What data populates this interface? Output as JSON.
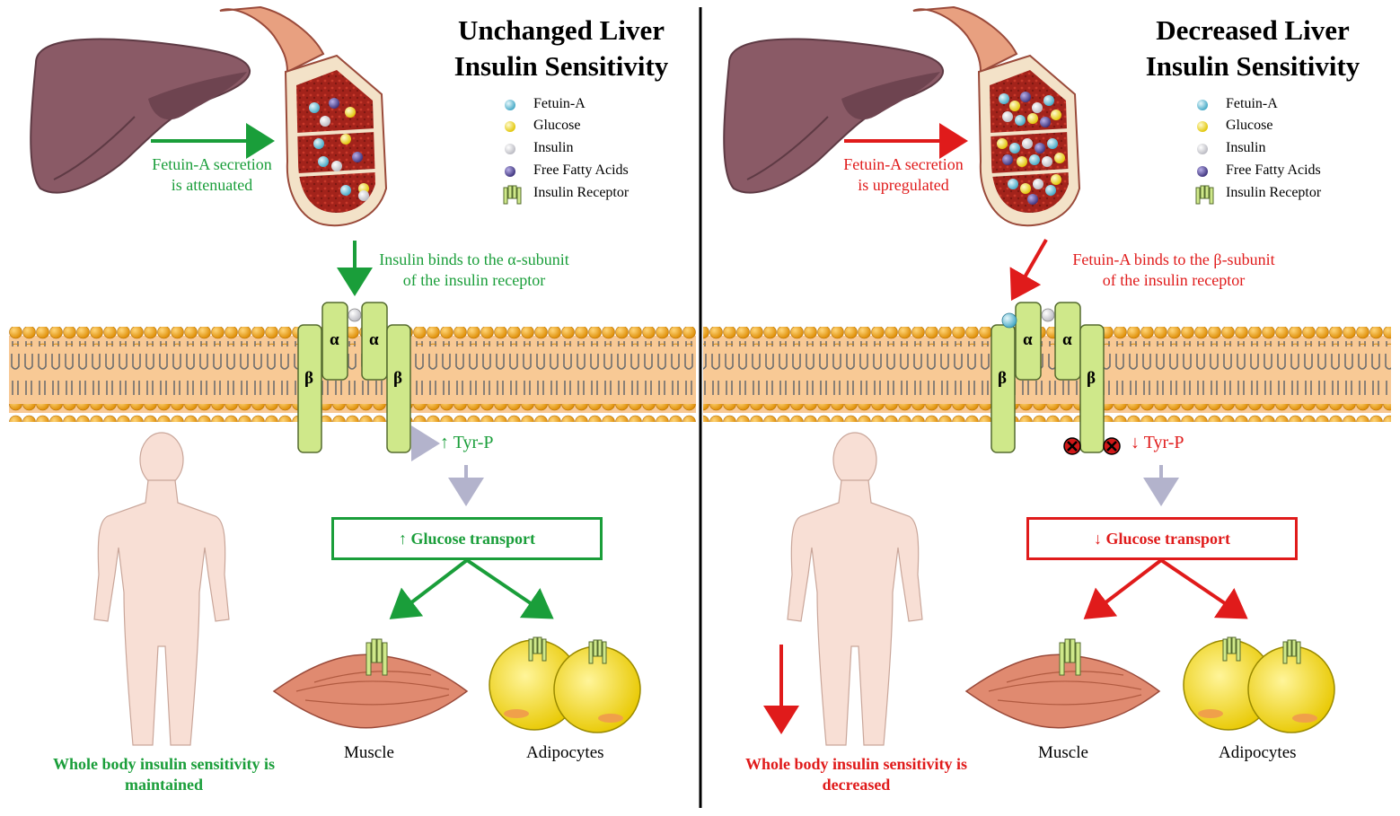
{
  "colors": {
    "green": "#1a9e3a",
    "red": "#e01b1b",
    "membrane_head": "#f0a21a",
    "membrane_body": "#f8c995",
    "receptor": "#cfe88a",
    "liver": "#8a5a66",
    "muscle": "#e08a70",
    "adipocyte": "#f5d800"
  },
  "legend": {
    "fetuin": "Fetuin-A",
    "glucose": "Glucose",
    "insulin": "Insulin",
    "ffa": "Free Fatty Acids",
    "receptor": "Insulin Receptor"
  },
  "left": {
    "title_line1": "Unchanged Liver",
    "title_line2": "Insulin Sensitivity",
    "secretion_line1": "Fetuin-A secretion",
    "secretion_line2": "is attenuated",
    "binding_line1": "Insulin binds to the α-subunit",
    "binding_line2": "of the insulin receptor",
    "tyr": "↑ Tyr-P",
    "glucose_box": "↑ Glucose transport",
    "muscle": "Muscle",
    "adipocytes": "Adipocytes",
    "whole_body_line1": "Whole body insulin sensitivity is",
    "whole_body_line2": "maintained"
  },
  "right": {
    "title_line1": "Decreased Liver",
    "title_line2": "Insulin Sensitivity",
    "secretion_line1": "Fetuin-A secretion",
    "secretion_line2": "is upregulated",
    "binding_line1": "Fetuin-A binds to the β-subunit",
    "binding_line2": "of the insulin receptor",
    "tyr": "↓ Tyr-P",
    "glucose_box": "↓ Glucose transport",
    "muscle": "Muscle",
    "adipocytes": "Adipocytes",
    "whole_body_line1": "Whole body insulin sensitivity is",
    "whole_body_line2": "decreased"
  },
  "receptor_labels": {
    "alpha": "α",
    "beta": "β"
  }
}
